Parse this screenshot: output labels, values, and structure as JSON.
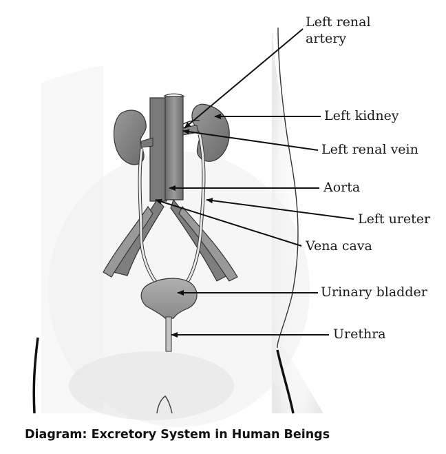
{
  "labels": {
    "left_renal_artery_1": "Left renal",
    "left_renal_artery_2": "artery",
    "left_kidney": "Left kidney",
    "left_renal_vein": "Left renal vein",
    "aorta": "Aorta",
    "left_ureter": "Left ureter",
    "vena_cava": "Vena cava",
    "urinary_bladder": "Urinary bladder",
    "urethra": "Urethra"
  },
  "caption": "Diagram: Excretory System in Human Beings",
  "colors": {
    "organ_fill": "#8e8e8e",
    "organ_dark": "#5c5c5c",
    "outline": "#2b2b2b",
    "body_shade": "#e6e6e6",
    "text": "#1a1a1a"
  }
}
